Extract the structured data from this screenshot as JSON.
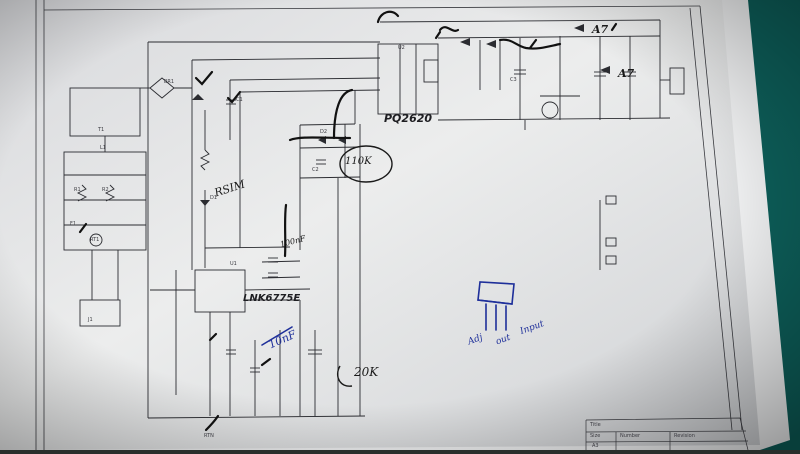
{
  "schematic": {
    "chips": [
      {
        "key": "pq",
        "label": "PQ2620"
      },
      {
        "key": "lnk",
        "label": "LNK6775E"
      }
    ],
    "tiny_labels": [
      {
        "key": "rt",
        "text": "RT1"
      },
      {
        "key": "t1",
        "text": "T1"
      },
      {
        "key": "u1",
        "text": "U1"
      },
      {
        "key": "u2",
        "text": "U2"
      },
      {
        "key": "d1",
        "text": "D1"
      },
      {
        "key": "d2",
        "text": "D2"
      },
      {
        "key": "r1",
        "text": "R1"
      },
      {
        "key": "r2",
        "text": "R2"
      },
      {
        "key": "c1",
        "text": "C1"
      },
      {
        "key": "c2",
        "text": "C2"
      },
      {
        "key": "c3",
        "text": "C3"
      },
      {
        "key": "f1",
        "text": "F1"
      },
      {
        "key": "l1",
        "text": "L1"
      },
      {
        "key": "br",
        "text": "BR1"
      },
      {
        "key": "j1",
        "text": "J1"
      },
      {
        "key": "gnd",
        "text": "RTN"
      }
    ],
    "title_block": {
      "title_label": "Title",
      "size_label": "Size",
      "number_label": "Number",
      "revision_label": "Revision",
      "size_value": "A3"
    }
  },
  "annotations": {
    "handwritten_black": [
      {
        "key": "a7_top",
        "text": "A7"
      },
      {
        "key": "a7_mid",
        "text": "A7"
      },
      {
        "key": "ohm110",
        "text": "110K"
      },
      {
        "key": "rsim",
        "text": "RSIM"
      },
      {
        "key": "cap100",
        "text": "100nF"
      },
      {
        "key": "ohm20",
        "text": "20K"
      }
    ],
    "handwritten_blue": [
      {
        "key": "cap10",
        "text": "10nF"
      },
      {
        "key": "adj",
        "text": "Adj"
      },
      {
        "key": "out",
        "text": "out"
      },
      {
        "key": "input",
        "text": "Input"
      }
    ]
  },
  "colors": {
    "paper": "#e9eaec",
    "ink": "#232327",
    "blue_ink": "#1e2f9a",
    "desk": "#2a2f2c",
    "green_panel": "#0d5f5a"
  }
}
